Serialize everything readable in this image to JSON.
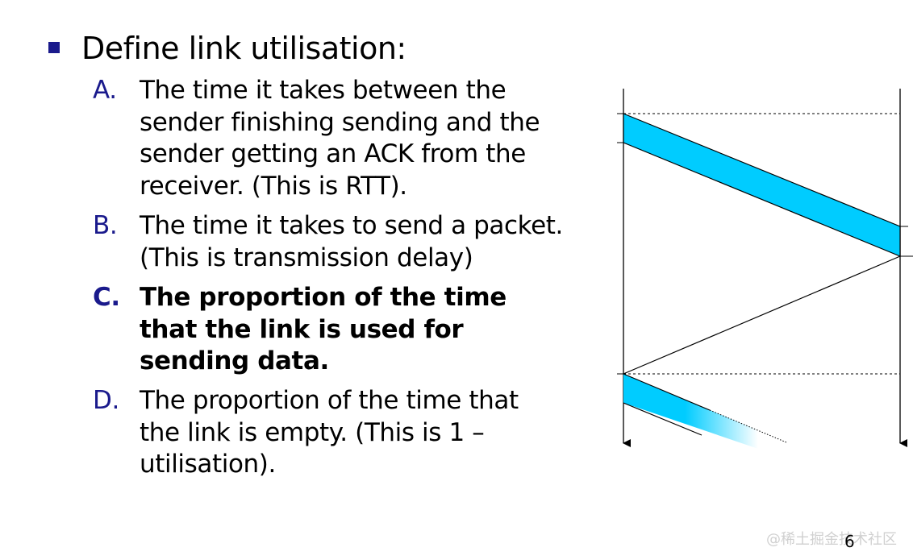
{
  "slide": {
    "heading": "Define link utilisation:",
    "options": [
      {
        "letter": "A.",
        "lines": [
          "The time it takes between the",
          "sender finishing sending and the",
          "sender getting an ACK from the",
          "receiver.  (This is RTT)."
        ]
      },
      {
        "letter": "B.",
        "lines": [
          "The time it takes to send a packet.",
          "(This is transmission delay)"
        ]
      },
      {
        "letter": "C.",
        "bold": true,
        "lines": [
          "The proportion of the time",
          "that the link is used for",
          "sending data."
        ]
      },
      {
        "letter": "D.",
        "lines": [
          "The proportion of the time that",
          "the link is empty.  (This is 1 –",
          "utilisation)."
        ]
      }
    ],
    "page_number": "6",
    "watermark": "@稀土掘金技术社区"
  },
  "colors": {
    "bullet": "#1a1a8c",
    "option_letter": "#1a1a8c",
    "packet_fill": "#00ccff",
    "text": "#000000"
  }
}
